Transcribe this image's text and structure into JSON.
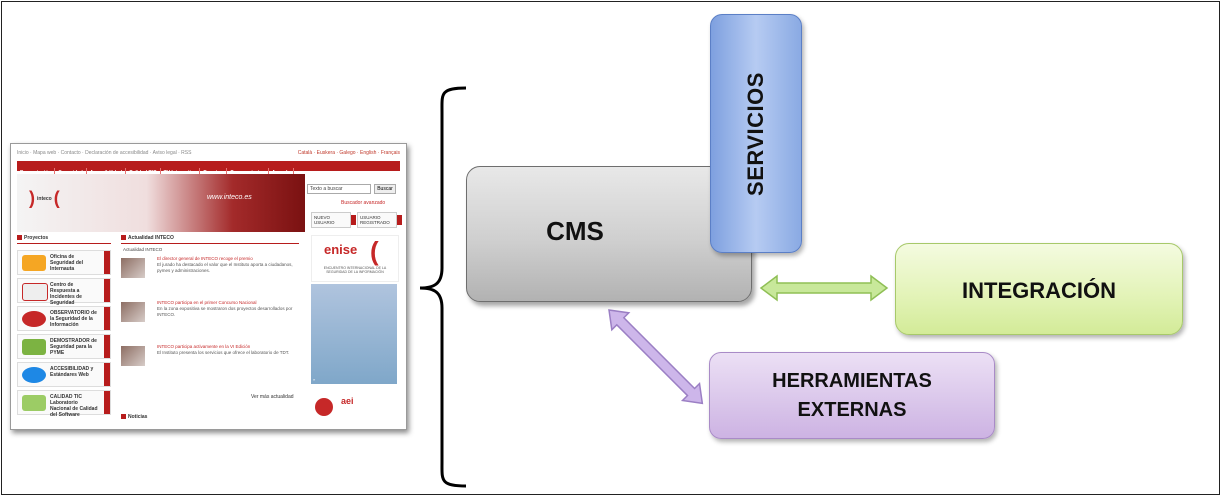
{
  "diagram": {
    "cms": "CMS",
    "servicios": "SERVICIOS",
    "integracion": "INTEGRACIÓN",
    "herramientas_line1": "HERRAMIENTAS",
    "herramientas_line2": "EXTERNAS"
  },
  "colors": {
    "cms": "#c8c8c8",
    "servicios": "#a3bdef",
    "integracion": "#e2f3b6",
    "herramientas": "#d9c5ea",
    "arrow_green": "#c8e89a",
    "arrow_purple": "#cdb6ea"
  },
  "website": {
    "menu": [
      "Presentación",
      "Seguridad",
      "Accesibilidad",
      "Calidad TIC",
      "TV Interactiva",
      "Premios",
      "Convocatorias",
      "Agenda"
    ],
    "logo": "inteco",
    "banner_url": "www.inteco.es",
    "search_placeholder": "Texto a buscar",
    "search_button": "Buscar",
    "advanced_search": "Buscador avanzado",
    "new_user": "NUEVO USUARIO",
    "registered_user": "USUARIO REGISTRADO",
    "projects_heading": "Proyectos",
    "news_heading": "Actualidad INTECO",
    "news_subheading": "Actualidad INTECO",
    "projects": [
      {
        "label": "Oficina de Seguridad del Internauta",
        "icon": "osi-icon"
      },
      {
        "label": "Centro de Respuesta a Incidentes de Seguridad",
        "icon": "cert-icon"
      },
      {
        "label": "OBSERVATORIO de la Seguridad de la Información",
        "icon": "observatorio-icon"
      },
      {
        "label": "DEMOSTRADOR de Seguridad para la PYME",
        "icon": "demostrador-icon"
      },
      {
        "label": "ACCESIBILIDAD y Estándares Web",
        "icon": "accesibilidad-icon"
      },
      {
        "label": "CALIDAD TIC Laboratorio Nacional de Calidad del Software",
        "icon": "calidad-icon"
      }
    ],
    "enise": "enise",
    "more_news": "Ver más actualidad",
    "noticias": "Noticias"
  }
}
